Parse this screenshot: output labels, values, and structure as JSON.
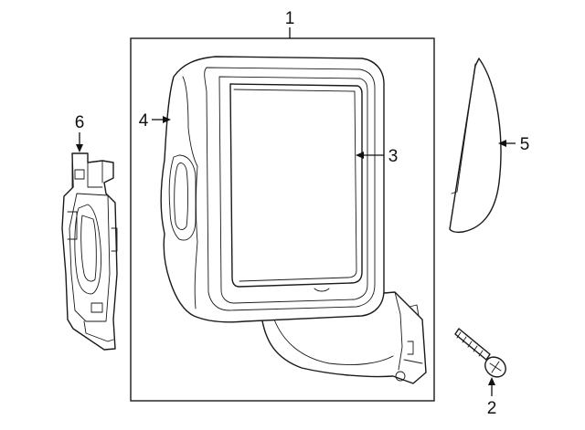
{
  "diagram": {
    "callouts": [
      {
        "id": "c1",
        "label": "1"
      },
      {
        "id": "c2",
        "label": "2"
      },
      {
        "id": "c3",
        "label": "3"
      },
      {
        "id": "c4",
        "label": "4"
      },
      {
        "id": "c5",
        "label": "5"
      },
      {
        "id": "c6",
        "label": "6"
      }
    ],
    "colors": {
      "line": "#1a1a1a",
      "background": "#ffffff"
    }
  }
}
